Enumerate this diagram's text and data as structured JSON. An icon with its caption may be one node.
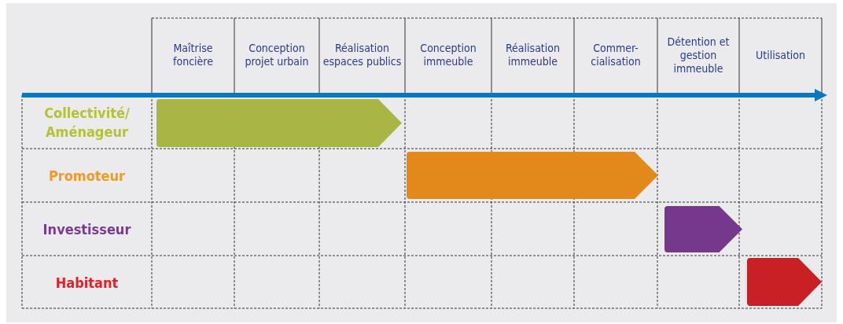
{
  "diagram": {
    "nodes": [
      {
        "text": [],
        "shape": "bar"
      },
      {
        "text": [],
        "shape": "bar"
      },
      {
        "text": [],
        "shape": "bar"
      },
      {
        "text": [],
        "shape": "bar"
      }
    ],
    "labels": [
      "Maîtrise foncière",
      "Conception projet urbain",
      "Réalisation espaces publics",
      "Conception immeuble",
      "Réalisation immeuble",
      "Commer- cialisation",
      "Détention et gestion immeuble",
      "Utilisation",
      "Collectivité/ Aménageur",
      "Promoteur",
      "Investisseur",
      "Habitant"
    ]
  }
}
